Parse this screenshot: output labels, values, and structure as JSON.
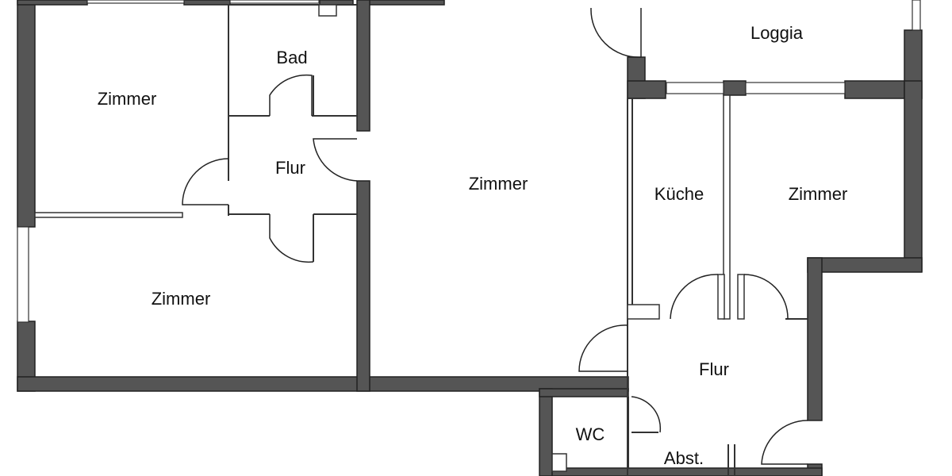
{
  "rooms": [
    {
      "id": "zimmer-top-left",
      "label": "Zimmer"
    },
    {
      "id": "bad",
      "label": "Bad"
    },
    {
      "id": "flur-left",
      "label": "Flur"
    },
    {
      "id": "zimmer-bottom-left",
      "label": "Zimmer"
    },
    {
      "id": "zimmer-center",
      "label": "Zimmer"
    },
    {
      "id": "loggia",
      "label": "Loggia"
    },
    {
      "id": "kueche",
      "label": "Küche"
    },
    {
      "id": "zimmer-right",
      "label": "Zimmer"
    },
    {
      "id": "flur-right",
      "label": "Flur"
    },
    {
      "id": "wc",
      "label": "WC"
    },
    {
      "id": "abst",
      "label": "Abst."
    }
  ]
}
